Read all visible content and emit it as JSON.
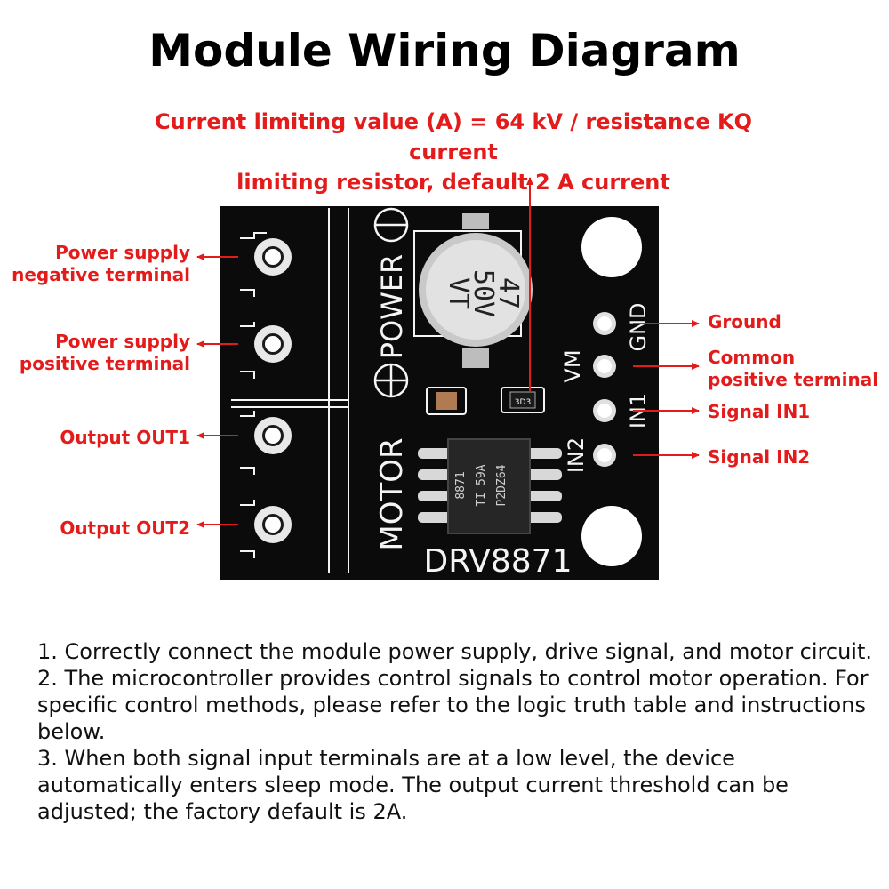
{
  "title": "Module Wiring Diagram",
  "note": {
    "line1": "Current limiting value (A) = 64 kV / resistance KQ current",
    "line2": "limiting resistor, default 2 A current"
  },
  "labels": {
    "power_negative": [
      "Power supply",
      "negative terminal"
    ],
    "power_positive": [
      "Power supply",
      "positive terminal"
    ],
    "out1": "Output OUT1",
    "out2": "Output OUT2",
    "ground": "Ground",
    "common_positive": [
      "Common",
      "positive terminal"
    ],
    "in1": "Signal IN1",
    "in2": "Signal IN2"
  },
  "board": {
    "silk_power": "POWER",
    "silk_motor": "MOTOR",
    "silk_model": "DRV8871",
    "silk_gnd": "GND",
    "silk_vm": "VM",
    "silk_in1": "IN1",
    "silk_in2": "IN2",
    "cap_line1": "47",
    "cap_line2": "50V",
    "cap_line3": "VT",
    "resistor_code": "3D3",
    "chip_line1": "8871",
    "chip_line2": "TI 59A",
    "chip_line3": "P2DZ64"
  },
  "steps": [
    "1. Correctly connect the module power supply, drive signal, and motor circuit.",
    "2. The microcontroller provides control signals to control motor operation. For specific control methods, please refer to the logic truth table and instructions below.",
    "3. When both signal input terminals are at a low level, the device automatically enters sleep mode. The output current threshold can be adjusted; the factory default is 2A."
  ],
  "colors": {
    "annotation": "#e31b1b",
    "board": "#0b0b0b",
    "silkscreen": "#ffffff"
  }
}
